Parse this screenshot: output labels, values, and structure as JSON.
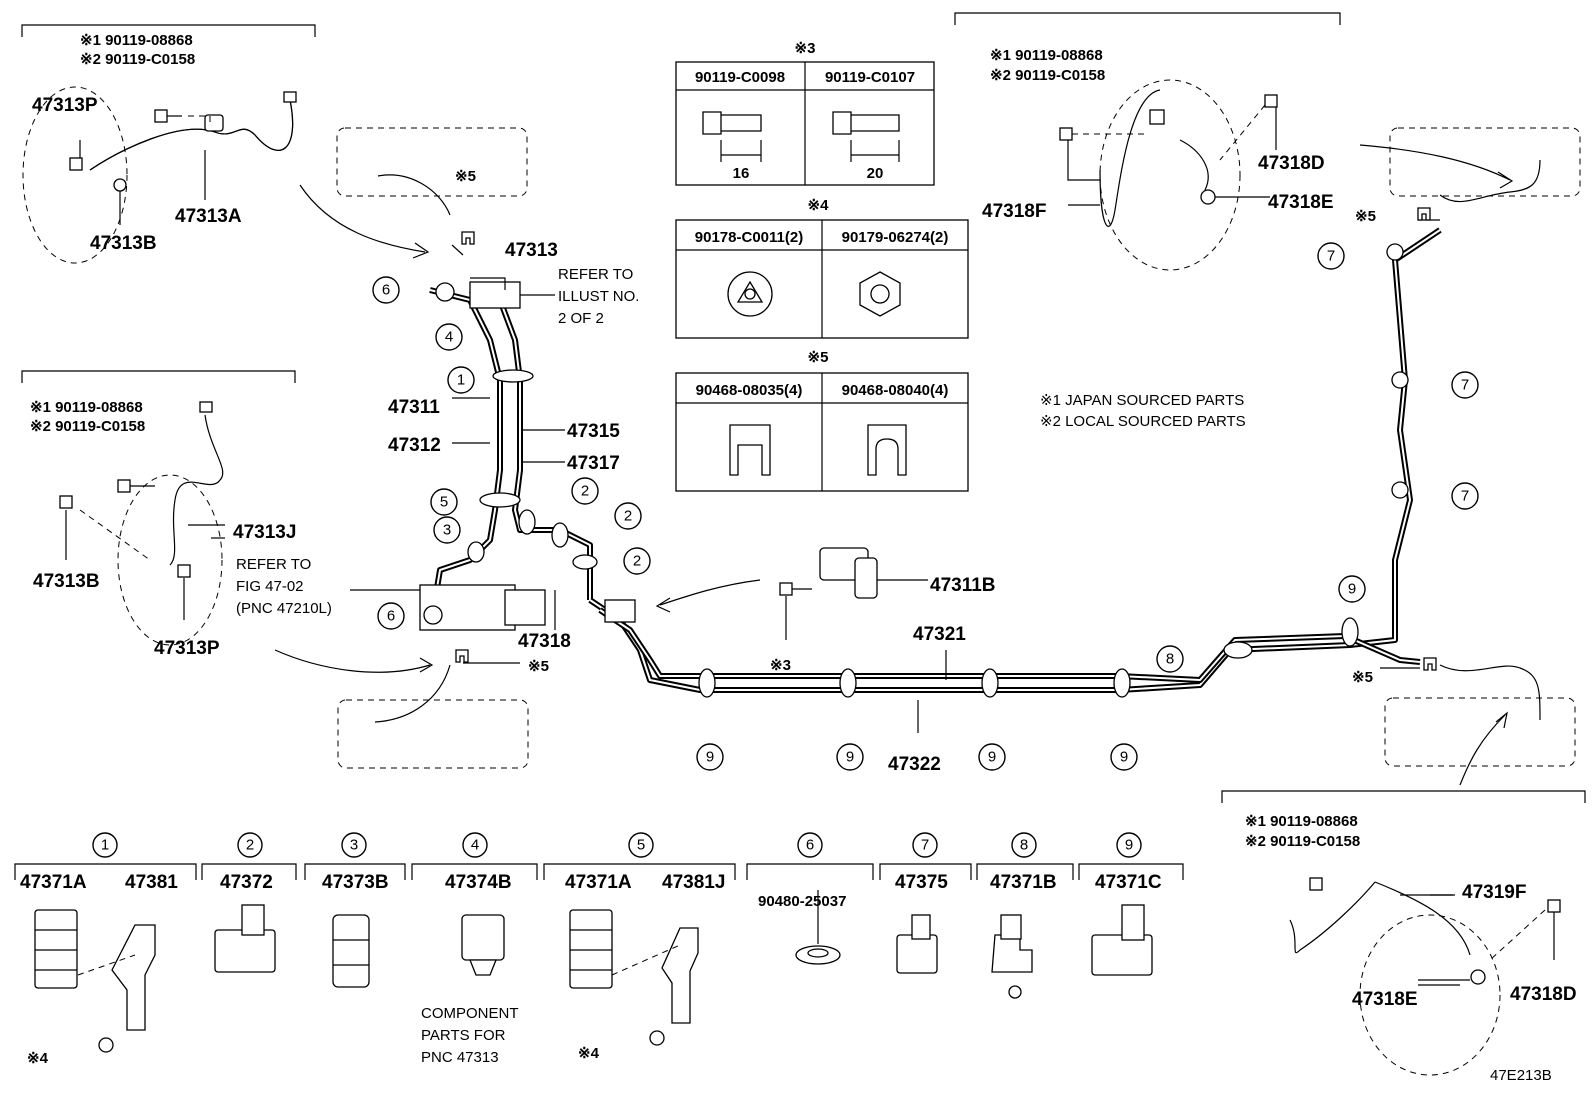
{
  "diagram": {
    "labels": {
      "l_47313P_top": "47313P",
      "l_47313A": "47313A",
      "l_47313B_top": "47313B",
      "l_47313": "47313",
      "l_refer_illust": "REFER TO\nILLUST NO.\n2 OF 2",
      "l_47311": "47311",
      "l_47312": "47312",
      "l_47315": "47315",
      "l_47317": "47317",
      "l_47313J": "47313J",
      "l_47313B_mid": "47313B",
      "l_47313P_mid": "47313P",
      "l_refer_fig": "REFER TO\nFIG 47-02\n(PNC 47210L)",
      "l_47318": "47318",
      "l_47311B": "47311B",
      "l_47321": "47321",
      "l_47322": "47322",
      "l_47318D_top": "47318D",
      "l_47318E_top": "47318E",
      "l_47318F": "47318F",
      "l_47319F": "47319F",
      "l_47318E_bot": "47318E",
      "l_47318D_bot": "47318D",
      "code_4": "47E213B"
    },
    "mark_notes": {
      "m1_a": "※1 90119-08868",
      "m2_a": "※2 90119-C0158",
      "m1_b": "※1 90119-08868",
      "m2_b": "※2 90119-C0158",
      "m1_c": "※1 90119-08868",
      "m2_c": "※2 90119-C0158",
      "m1_d": "※1 90119-08868",
      "m2_d": "※2 90119-C0158",
      "m5_a": "※5",
      "m5_b": "※5",
      "m5_c": "※5",
      "m5_d": "※5",
      "m3_a": "※3",
      "m4_a": "※4",
      "m4_b": "※4"
    },
    "legend": {
      "japan": "※1 JAPAN SOURCED PARTS",
      "local": "※2 LOCAL SOURCED PARTS"
    },
    "tables": {
      "t3_title": "※3",
      "t3_c1": "90119-C0098",
      "t3_c2": "90119-C0107",
      "t3_d1": "16",
      "t3_d2": "20",
      "t4_title": "※4",
      "t4_c1": "90178-C0011(2)",
      "t4_c2": "90179-06274(2)",
      "t5_title": "※5",
      "t5_c1": "90468-08035(4)",
      "t5_c2": "90468-08040(4)"
    },
    "callouts": [
      "1",
      "2",
      "2",
      "2",
      "3",
      "4",
      "5",
      "6",
      "6",
      "7",
      "7",
      "7",
      "8",
      "9",
      "9",
      "9",
      "9",
      "9"
    ],
    "components": {
      "c1_num": "1",
      "c1_a": "47371A",
      "c1_b": "47381",
      "c2_num": "2",
      "c2_a": "47372",
      "c3_num": "3",
      "c3_a": "47373B",
      "c4_num": "4",
      "c4_a": "47374B",
      "c4_note": "COMPONENT\nPARTS FOR\nPNC 47313",
      "c5_num": "5",
      "c5_a": "47371A",
      "c5_b": "47381J",
      "c6_num": "6",
      "c6_a": "90480-25037",
      "c7_num": "7",
      "c7_a": "47375",
      "c8_num": "8",
      "c8_a": "47371B",
      "c9_num": "9",
      "c9_a": "47371C"
    }
  }
}
